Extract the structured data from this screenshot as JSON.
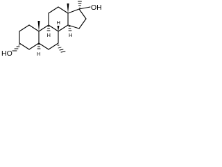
{
  "molecule": {
    "labels": {
      "hydroxyl_3": "HO",
      "hydroxyl_17": "OH",
      "h_5": "H",
      "h_8": "H",
      "h_9": "H",
      "h_14": "H"
    }
  }
}
